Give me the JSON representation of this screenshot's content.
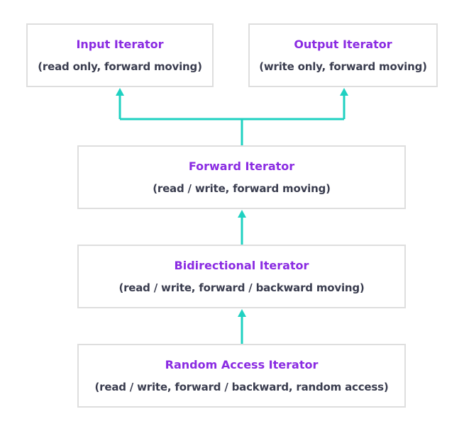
{
  "diagram": {
    "input": {
      "title": "Input Iterator",
      "desc": "(read only, forward moving)"
    },
    "output": {
      "title": "Output Iterator",
      "desc": "(write only, forward moving)"
    },
    "forward": {
      "title": "Forward Iterator",
      "desc": "(read / write, forward moving)"
    },
    "bidirectional": {
      "title": "Bidirectional Iterator",
      "desc": "(read / write, forward / backward moving)"
    },
    "random_access": {
      "title": "Random Access Iterator",
      "desc": "(read / write, forward / backward, random access)"
    },
    "colors": {
      "title": "#8a2be2",
      "description": "#3a3d4f",
      "arrow": "#1fd1c1",
      "border": "#dedede"
    }
  }
}
